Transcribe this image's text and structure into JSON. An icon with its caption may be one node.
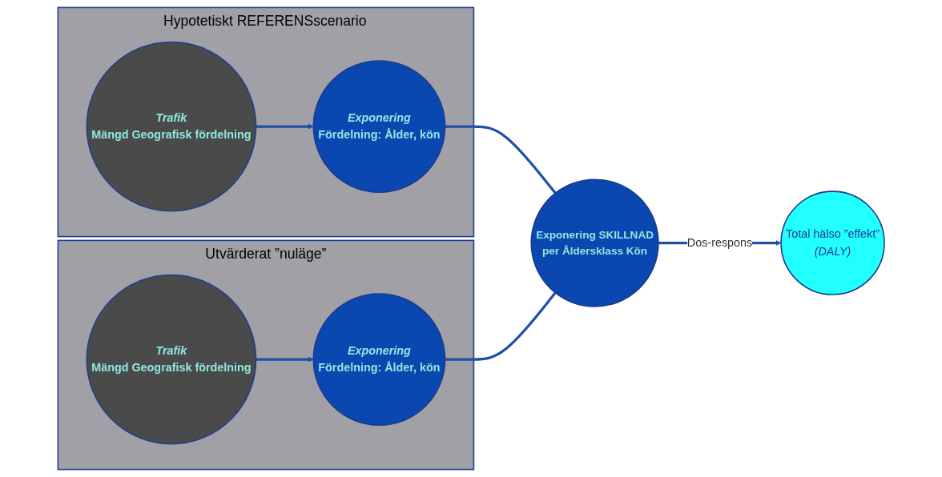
{
  "diagram": {
    "nodes": [
      {
        "text": [
          "Hypotetiskt REFERENSscenario"
        ]
      },
      {
        "text": [
          "Trafik",
          "Mängd Geografisk fördelning"
        ],
        "in": 0
      },
      {
        "text": [
          "Exponering",
          "Fördelning: Ålder, kön"
        ],
        "in": 0
      },
      {
        "text": [
          "Utvärderat ”nuläge”"
        ]
      },
      {
        "text": [
          "Trafik",
          "Mängd Geografisk fördelning"
        ],
        "in": 3
      },
      {
        "text": [
          "Exponering",
          "Fördelning: Ålder, kön"
        ],
        "in": 3
      },
      {
        "text": [
          "Exponering SKILLNAD",
          "per Åldersklass Kön"
        ]
      },
      {
        "text": [
          "Total hälso ”effekt”",
          "(DALY)"
        ]
      }
    ],
    "edges": [
      {
        "from": 1,
        "to": 2,
        "arrow": "to"
      },
      {
        "from": 4,
        "to": 5,
        "arrow": "to"
      },
      {
        "from": 2,
        "to": 6,
        "arrow": "none"
      },
      {
        "from": 5,
        "to": 6,
        "arrow": "none"
      },
      {
        "from": 6,
        "to": 7,
        "arrow": "to",
        "label": "Dos-respons"
      }
    ]
  }
}
